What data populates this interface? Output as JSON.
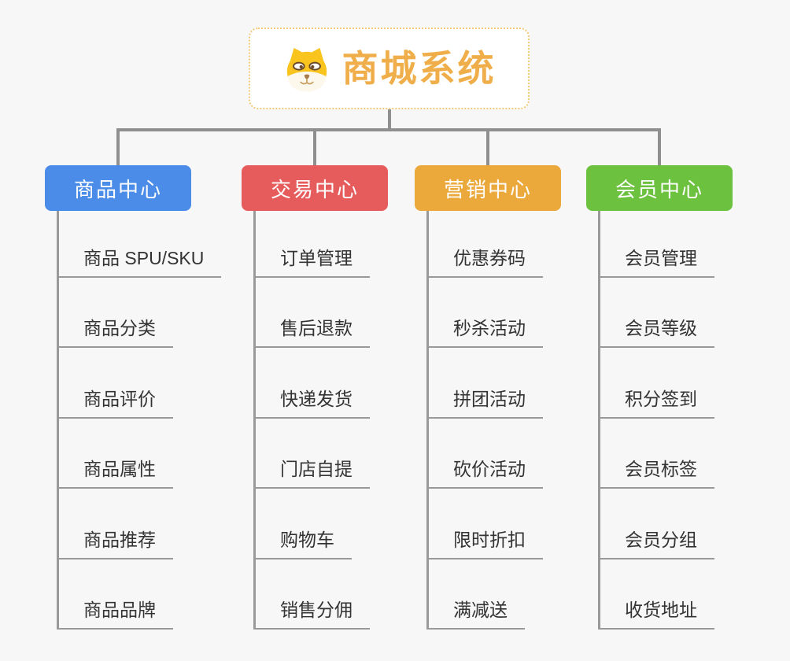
{
  "root": {
    "title": "商城系统",
    "icon": "dog-icon"
  },
  "colors": {
    "background": "#f7f7f7",
    "connector": "#8f8f8f",
    "leaf_underline": "#999999",
    "leaf_text": "#333333",
    "root_border": "#f3c878",
    "root_text": "#f0ae4a",
    "branch_blue": "#4a8ce8",
    "branch_red": "#e65c5c",
    "branch_orange": "#eba83b",
    "branch_green": "#6cc13f",
    "branch_label_text": "#ffffff"
  },
  "branches": [
    {
      "label": "商品中心",
      "color": "#4a8ce8",
      "items": [
        "商品 SPU/SKU",
        "商品分类",
        "商品评价",
        "商品属性",
        "商品推荐",
        "商品品牌"
      ]
    },
    {
      "label": "交易中心",
      "color": "#e65c5c",
      "items": [
        "订单管理",
        "售后退款",
        "快递发货",
        "门店自提",
        "购物车",
        "销售分佣"
      ]
    },
    {
      "label": "营销中心",
      "color": "#eba83b",
      "items": [
        "优惠券码",
        "秒杀活动",
        "拼团活动",
        "砍价活动",
        "限时折扣",
        "满减送"
      ]
    },
    {
      "label": "会员中心",
      "color": "#6cc13f",
      "items": [
        "会员管理",
        "会员等级",
        "积分签到",
        "会员标签",
        "会员分组",
        "收货地址"
      ]
    }
  ]
}
